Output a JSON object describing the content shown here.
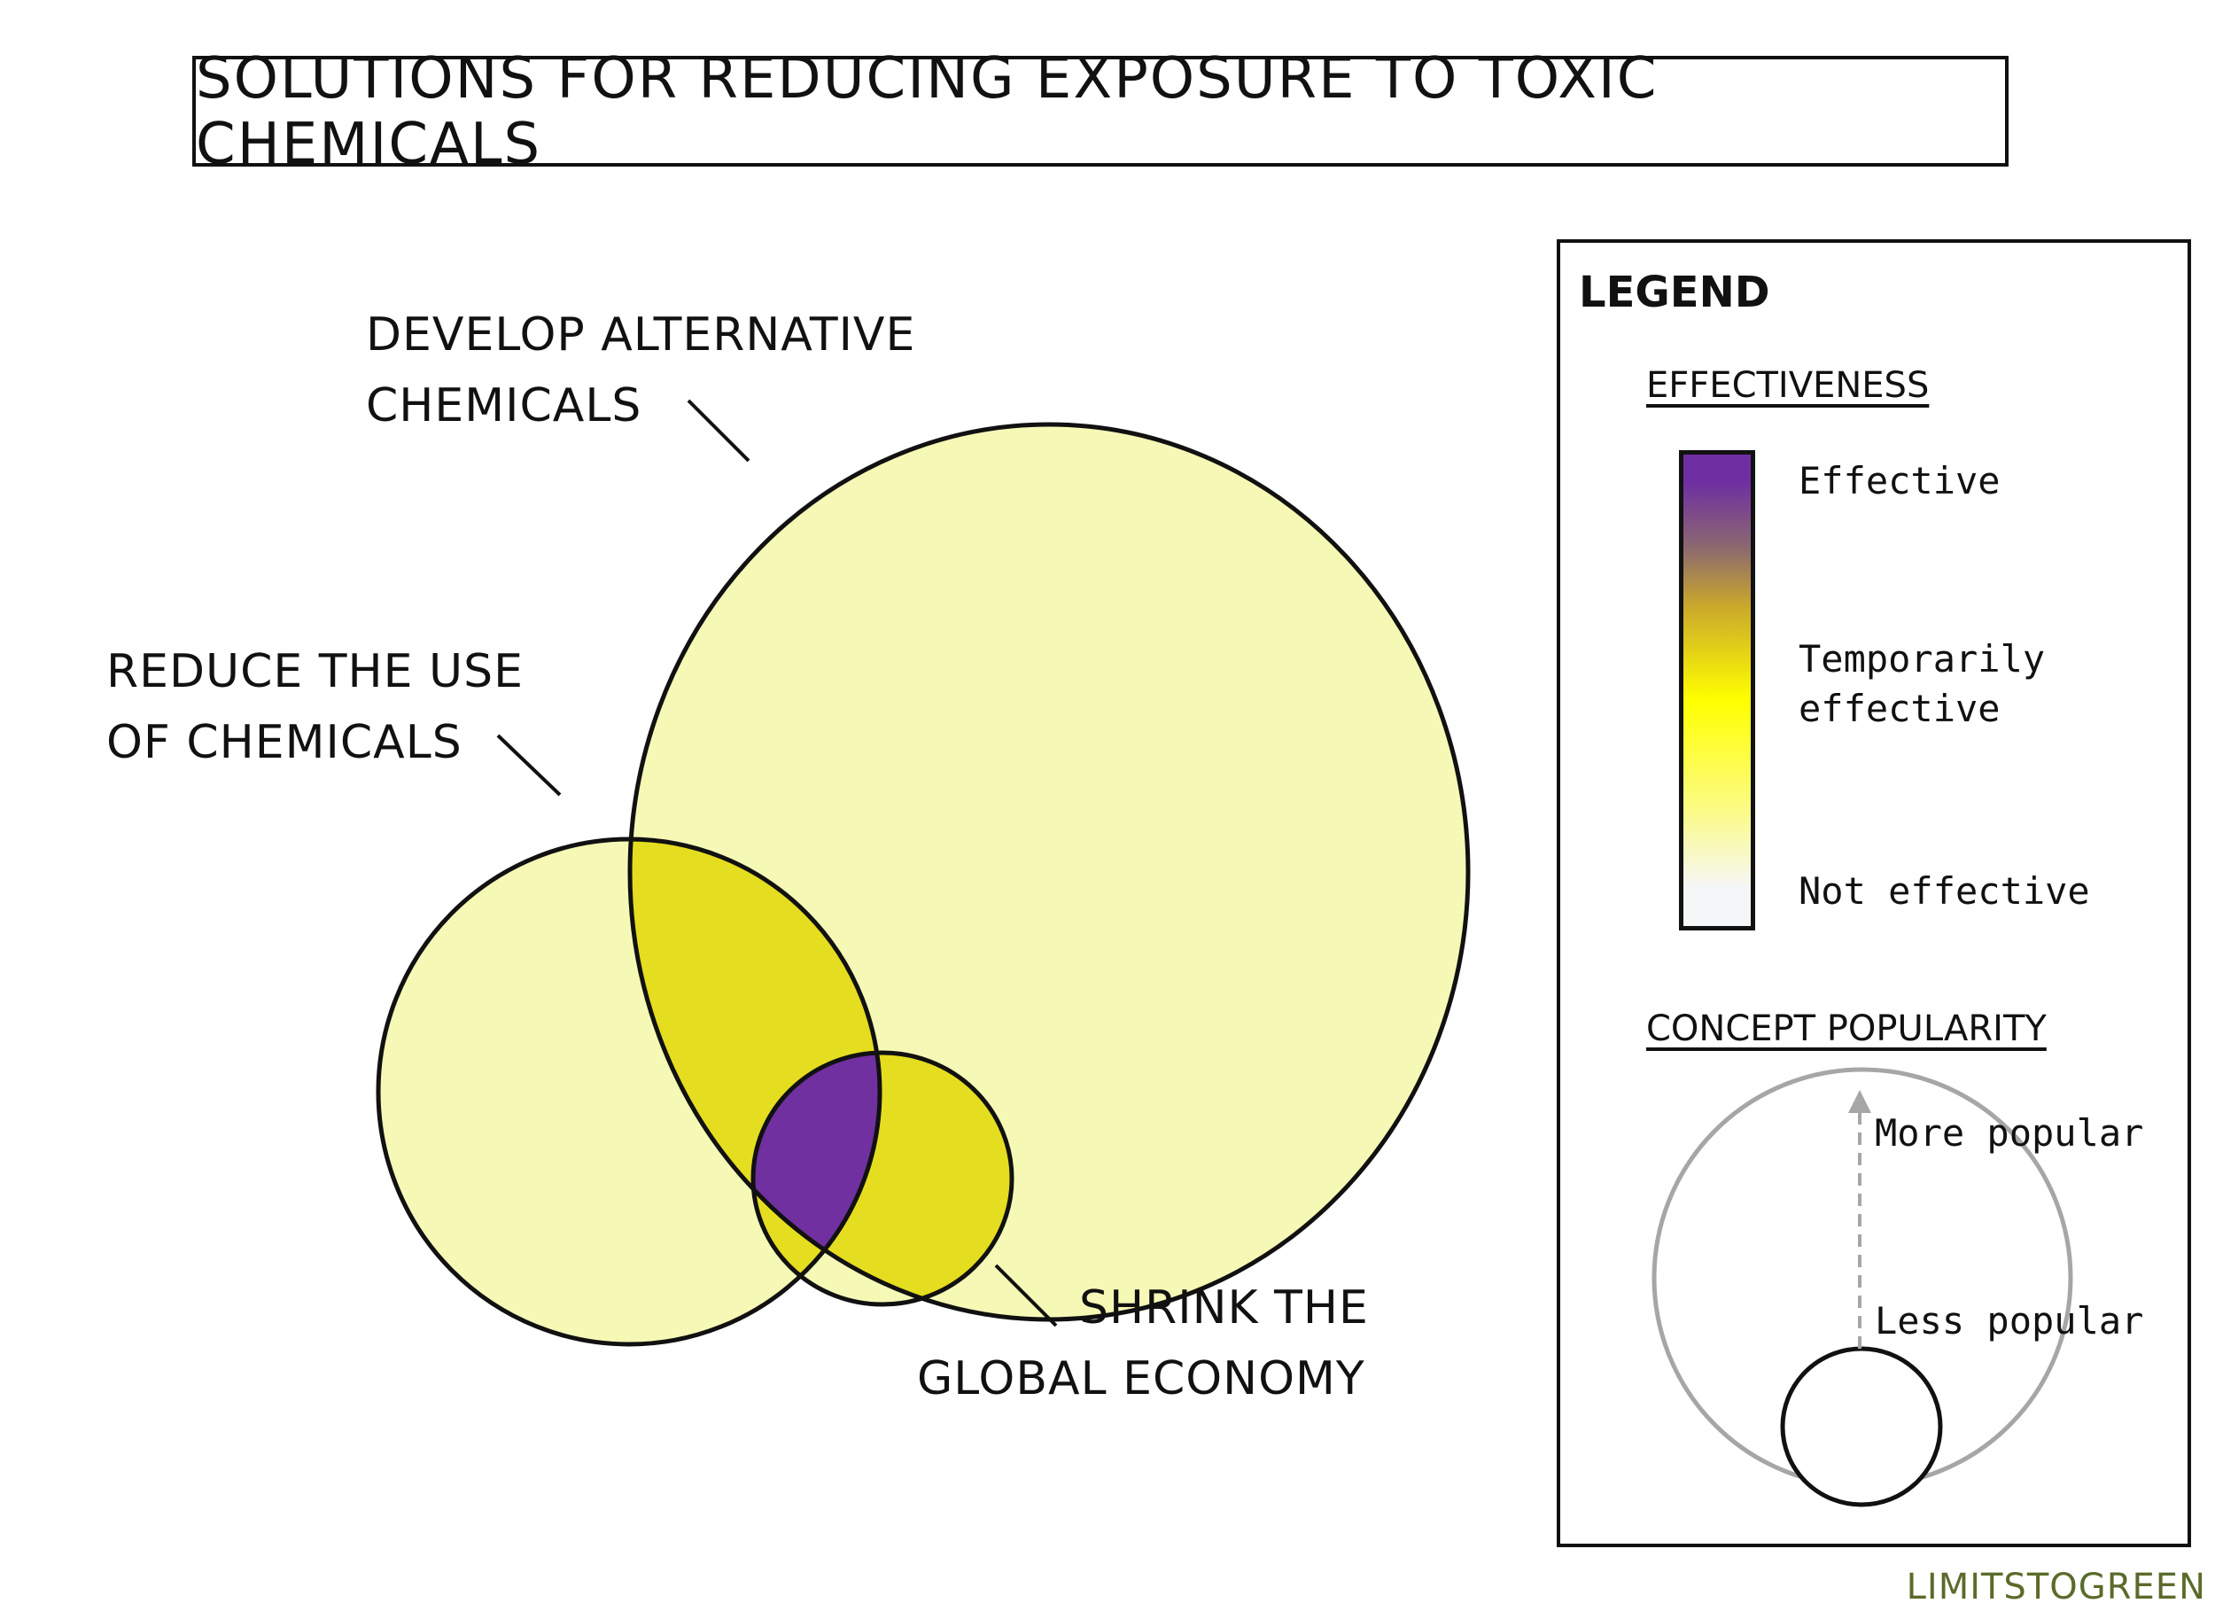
{
  "title": "SOLUTIONS FOR REDUCING EXPOSURE TO TOXIC CHEMICALS",
  "concepts": [
    {
      "line1": "DEVELOP ALTERNATIVE",
      "line2": "CHEMICALS"
    },
    {
      "line1": "REDUCE THE USE",
      "line2": "OF CHEMICALS"
    },
    {
      "line1": "SHRINK THE",
      "line2": "GLOBAL ECONOMY"
    }
  ],
  "colors": {
    "single_set": "#f6f8b6",
    "two_set_overlap": "#e5dd1f",
    "three_set_overlap": "#7030a0",
    "outline": "#111111"
  },
  "legend": {
    "title": "LEGEND",
    "effectiveness_title": "EFFECTIVENESS",
    "scale_labels": {
      "top": "Effective",
      "middle_line1": "Temporarily",
      "middle_line2": "effective",
      "bottom": "Not effective"
    },
    "popularity_title": "CONCEPT POPULARITY",
    "more_popular": "More popular",
    "less_popular": "Less popular"
  },
  "brand": "LIMITSTOGREEN"
}
